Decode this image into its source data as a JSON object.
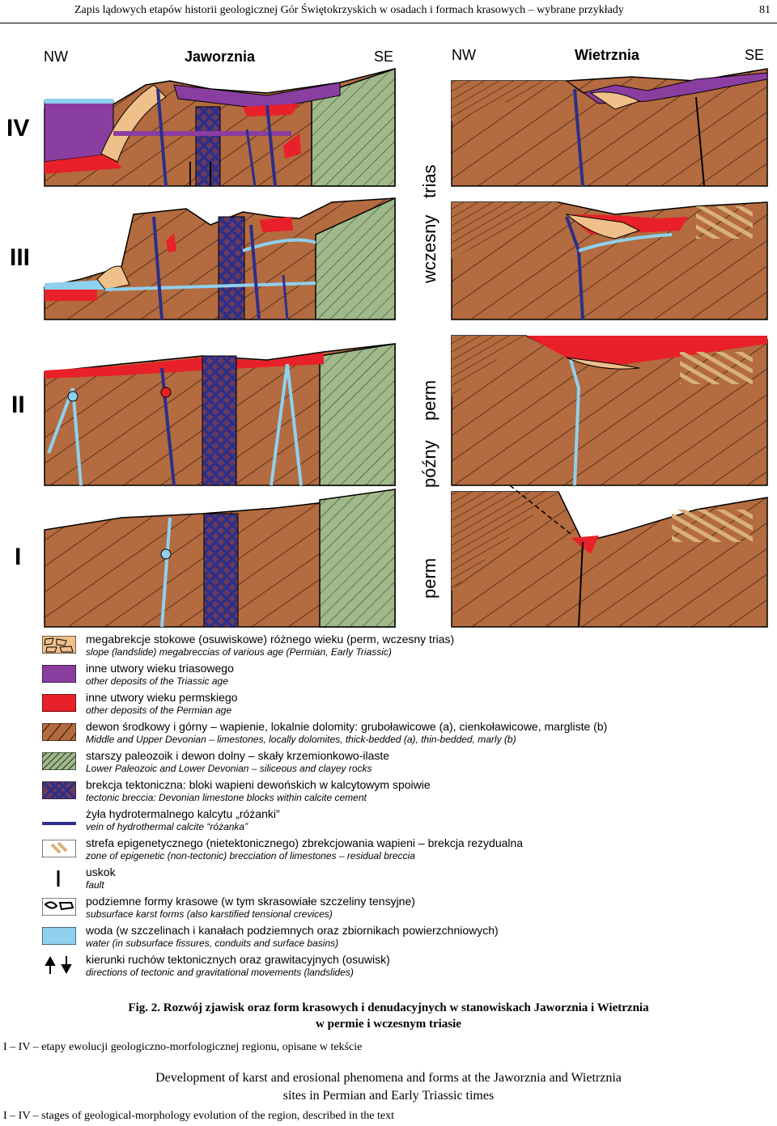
{
  "header": {
    "title": "Zapis lądowych etapów historii geologicznej Gór Świętokrzyskich w osadach i formach krasowych – wybrane przykłady",
    "page": "81"
  },
  "figure": {
    "left_site": {
      "name": "Jaworznia",
      "nw": "NW",
      "se": "SE"
    },
    "right_site": {
      "name": "Wietrznia",
      "nw": "NW",
      "se": "SE"
    },
    "stages": [
      "IV",
      "III",
      "II",
      "I"
    ],
    "periods": [
      {
        "a": "wczesny",
        "b": "trias"
      },
      {
        "a": "późny",
        "b": "perm"
      },
      {
        "a": "perm",
        "b": ""
      }
    ]
  },
  "legend": [
    {
      "pl": "megabrekcje stokowe (osuwiskowe) różnego wieku (perm, wczesny trias)",
      "en": "slope (landslide) megabreccias of various age (Permian, Early Triassic)",
      "symbol": "megabreccia"
    },
    {
      "pl": "inne utwory wieku triasowego",
      "en": "other deposits of the Triassic age",
      "symbol": "triassic"
    },
    {
      "pl": "inne utwory wieku permskiego",
      "en": "other deposits of the Permian age",
      "symbol": "permian"
    },
    {
      "pl": "dewon środkowy i górny – wapienie, lokalnie dolomity: gruboławicowe (a), cienkoławicowe, margliste (b)",
      "en": "Middle and Upper Devonian – limestones, locally dolomites, thick-bedded (a), thin-bedded, marly (b)",
      "symbol": "devonian"
    },
    {
      "pl": "starszy paleozoik i dewon dolny – skały krzemionkowo-ilaste",
      "en": "Lower Paleozoic and Lower Devonian – siliceous and clayey rocks",
      "symbol": "paleozoic"
    },
    {
      "pl": "brekcja tektoniczna: bloki wapieni dewońskich w kalcytowym spoiwie",
      "en": "tectonic breccia: Devonian limestone blocks within calcite cement",
      "symbol": "tectonic"
    },
    {
      "pl": "żyła hydrotermalnego kalcytu „różanki”",
      "en": "vein of hydrothermal calcite “różanka”",
      "symbol": "vein"
    },
    {
      "pl": "strefa epigenetycznego (nietektonicznego) zbrekcjowania wapieni – brekcja rezydualna",
      "en": "zone of epigenetic (non-tectonic) brecciation of limestones – residual breccia",
      "symbol": "residual"
    },
    {
      "pl": "uskok",
      "en": "fault",
      "symbol": "fault"
    },
    {
      "pl": "podziemne formy krasowe (w tym skrasowiałe szczeliny tensyjne)",
      "en": "subsurface karst forms (also karstified tensional crevices)",
      "symbol": "karst"
    },
    {
      "pl": "woda (w szczelinach i kanałach podziemnych oraz zbiornikach powierzchniowych)",
      "en": "water (in subsurface fissures, conduits and surface basins)",
      "symbol": "water"
    },
    {
      "pl": "kierunki ruchów tektonicznych oraz grawitacyjnych (osuwisk)",
      "en": "directions of tectonic and gravitational movements (landslides)",
      "symbol": "arrows"
    }
  ],
  "caption": {
    "line1": "Fig. 2. Rozwój zjawisk oraz form krasowych i denudacyjnych w stanowiskach Jaworznia i Wietrznia",
    "line2": "w permie i wczesnym triasie",
    "sub_pl": "I – IV – etapy ewolucji geologiczno-morfologicznej regionu, opisane w tekście",
    "en1": "Development of karst and erosional phenomena and forms at the Jaworznia and Wietrznia",
    "en2": "sites in Permian and Early Triassic times",
    "sub_en": "I – IV – stages of geological-morphology evolution of the region, described in the text"
  },
  "colors": {
    "devonian": "#b36b3f",
    "paleozoic": "#9fb98a",
    "triassic": "#8a3ea0",
    "permian": "#e8202a",
    "water": "#8fd0ee",
    "vein": "#2c2f8a",
    "breccia_fill": "#f0c08a",
    "residual": "#d8b07a"
  }
}
